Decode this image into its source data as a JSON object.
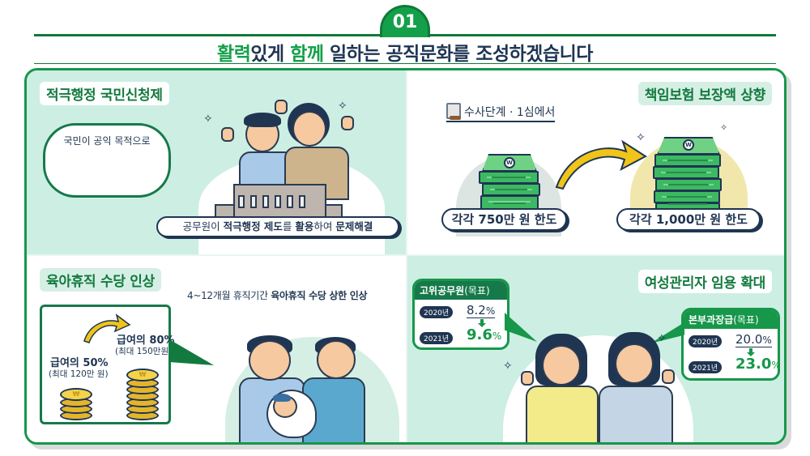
{
  "header": {
    "number_badge": "01",
    "title_parts": [
      {
        "text": "활력",
        "accent": true
      },
      {
        "text": "있게 ",
        "accent": false
      },
      {
        "text": "함께",
        "accent": true
      },
      {
        "text": " 일하는 공직문화를 조성하겠습니다",
        "accent": false
      }
    ]
  },
  "colors": {
    "brand_green": "#14a04a",
    "dark_green": "#127a3e",
    "navy_text": "#1f3552",
    "mint_bg": "#cdeee3",
    "money_yellow": "#f1e7ad"
  },
  "sections": {
    "active_admin": {
      "title": "적극행정 국민신청제",
      "bubble_text": "국민이 공익 목적으로",
      "banner_parts": [
        {
          "text": "공무원이 ",
          "bold": false
        },
        {
          "text": "적극행정 제도",
          "bold": true
        },
        {
          "text": "를 ",
          "bold": false
        },
        {
          "text": "활용",
          "bold": true
        },
        {
          "text": "하여 ",
          "bold": false
        },
        {
          "text": "문제해결",
          "bold": true
        }
      ],
      "icons": [
        "sparkle-icon",
        "sparkle-icon"
      ]
    },
    "liability_insurance": {
      "title": "책임보험 보장액 상향",
      "stage_label": "수사단계 · 1심에서",
      "stage_icon": "gavel-document-icon",
      "before_label": "각각 750만 원 한도",
      "after_label": "각각 1,000만 원 한도",
      "currency_symbol": "W"
    },
    "parental_leave": {
      "title": "육아휴직 수당 인상",
      "caption_plain": "4~12개월 휴직기간 ",
      "caption_bold": "육아휴직 수당 상한 인상",
      "before": {
        "main": "급여의 50%",
        "sub": "(최대 120만 원)"
      },
      "after": {
        "main": "급여의 80%",
        "sub": "(최대 150만원)"
      },
      "coin_symbol": "₩"
    },
    "female_managers": {
      "title": "여성관리자 임용 확대",
      "senior_officials": {
        "label": "고위공무원",
        "label_suffix": "(목표)",
        "rows": [
          {
            "year": "2020년",
            "value": "8.2",
            "unit": "%"
          },
          {
            "year": "2021년",
            "value": "9.6",
            "unit": "%"
          }
        ]
      },
      "division_heads": {
        "label": "본부과장급",
        "label_suffix": "(목표)",
        "rows": [
          {
            "year": "2020년",
            "value": "20.0",
            "unit": "%"
          },
          {
            "year": "2021년",
            "value": "23.0",
            "unit": "%"
          }
        ]
      }
    }
  }
}
